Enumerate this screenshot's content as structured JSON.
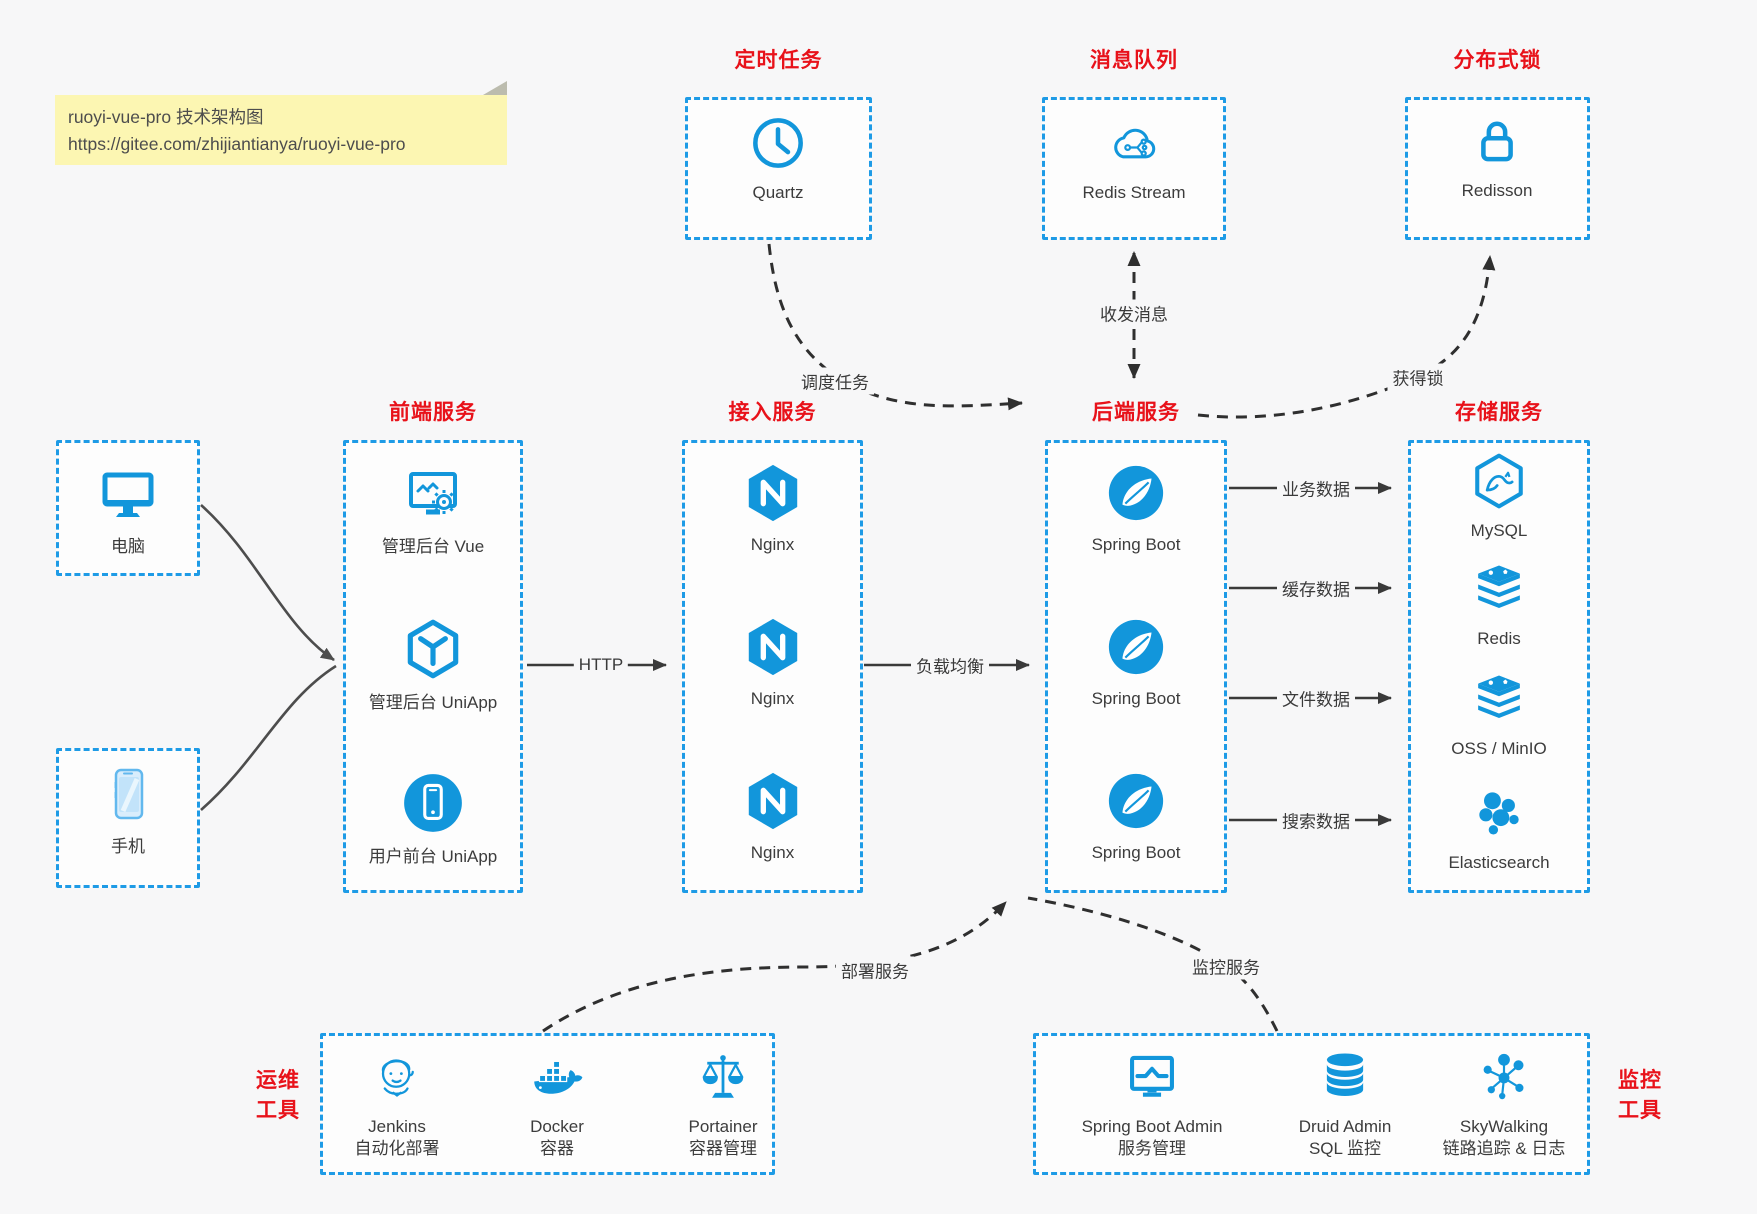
{
  "note": {
    "line1": "ruoyi-vue-pro 技术架构图",
    "line2": "https://gitee.com/zhijiantianya/ruoyi-vue-pro"
  },
  "colors": {
    "accent_blue": "#1296db",
    "border_blue": "#1e9be6",
    "label_red": "#e8121a",
    "text_ink": "#3c3c3c",
    "arrow_dark": "#3a3a3a",
    "background": "#f7f7f8",
    "note_yellow": "#fcf6b2"
  },
  "groups": {
    "scheduler": {
      "label": "定时任务",
      "node": {
        "name": "Quartz",
        "icon": "clock-icon"
      }
    },
    "mq": {
      "label": "消息队列",
      "node": {
        "name": "Redis Stream",
        "icon": "cloud-share-icon"
      }
    },
    "dlock": {
      "label": "分布式锁",
      "node": {
        "name": "Redisson",
        "icon": "lock-icon"
      }
    },
    "clients": {
      "pc": "电脑",
      "phone": "手机"
    },
    "frontend": {
      "label": "前端服务",
      "items": [
        "管理后台 Vue",
        "管理后台 UniApp",
        "用户前台 UniApp"
      ]
    },
    "gateway": {
      "label": "接入服务",
      "items": [
        "Nginx",
        "Nginx",
        "Nginx"
      ]
    },
    "backend": {
      "label": "后端服务",
      "items": [
        "Spring Boot",
        "Spring Boot",
        "Spring Boot"
      ]
    },
    "storage": {
      "label": "存储服务",
      "items": [
        "MySQL",
        "Redis",
        "OSS / MinIO",
        "Elasticsearch"
      ]
    },
    "devops": {
      "label_line1": "运维",
      "label_line2": "工具",
      "items": [
        {
          "name": "Jenkins",
          "sub": "自动化部署"
        },
        {
          "name": "Docker",
          "sub": "容器"
        },
        {
          "name": "Portainer",
          "sub": "容器管理"
        }
      ]
    },
    "monitoring": {
      "label_line1": "监控",
      "label_line2": "工具",
      "items": [
        {
          "name": "Spring Boot Admin",
          "sub": "服务管理"
        },
        {
          "name": "Druid Admin",
          "sub": "SQL 监控"
        },
        {
          "name": "SkyWalking",
          "sub": "链路追踪 & 日志"
        }
      ]
    }
  },
  "edges": {
    "http": "HTTP",
    "load_balance": "负载均衡",
    "business_data": "业务数据",
    "cache_data": "缓存数据",
    "file_data": "文件数据",
    "search_data": "搜索数据",
    "send_receive": "收发消息",
    "schedule": "调度任务",
    "acquire_lock": "获得锁",
    "deploy": "部署服务",
    "monitor": "监控服务"
  }
}
